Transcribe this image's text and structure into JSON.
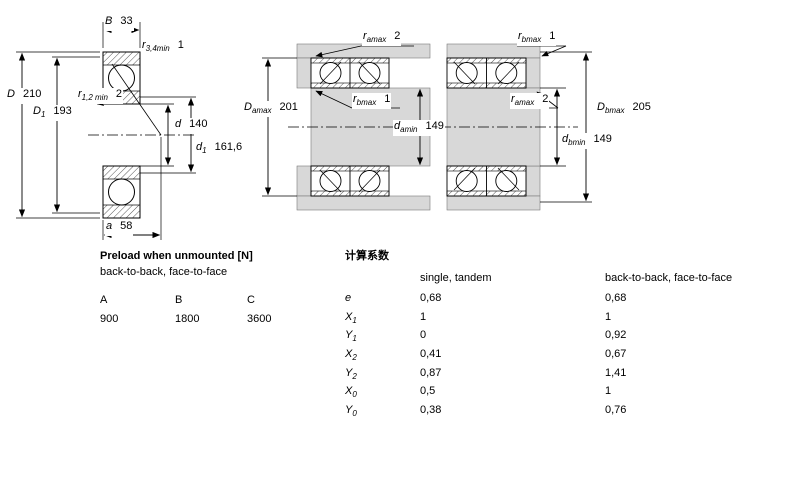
{
  "fig_single": {
    "B": {
      "sym": "B",
      "sub": "",
      "val": "33"
    },
    "r34": {
      "sym": "r",
      "sub": "3,4min",
      "val": "1"
    },
    "D": {
      "sym": "D",
      "sub": "",
      "val": "210"
    },
    "D1": {
      "sym": "D",
      "sub": "1",
      "val": "193"
    },
    "r12": {
      "sym": "r",
      "sub": "1,2 min",
      "val": "2"
    },
    "d": {
      "sym": "d",
      "sub": "",
      "val": "140"
    },
    "d1": {
      "sym": "d",
      "sub": "1",
      "val": "161,6"
    },
    "a": {
      "sym": "a",
      "sub": "",
      "val": "58"
    }
  },
  "fig_back": {
    "ramax": {
      "sym": "r",
      "sub": "amax",
      "val": "2"
    },
    "Damax": {
      "sym": "D",
      "sub": "amax",
      "val": "201"
    },
    "rbmax": {
      "sym": "r",
      "sub": "bmax",
      "val": "1"
    },
    "damin": {
      "sym": "d",
      "sub": "amin",
      "val": "149"
    }
  },
  "fig_face": {
    "rbmax": {
      "sym": "r",
      "sub": "bmax",
      "val": "1"
    },
    "ramax": {
      "sym": "r",
      "sub": "amax",
      "val": "2"
    },
    "Dbmax": {
      "sym": "D",
      "sub": "bmax",
      "val": "205"
    },
    "dbmin": {
      "sym": "d",
      "sub": "bmin",
      "val": "149"
    }
  },
  "preload": {
    "title": "Preload when unmounted [N]",
    "subtitle": "back-to-back, face-to-face",
    "headers": [
      "A",
      "B",
      "C"
    ],
    "values": [
      "900",
      "1800",
      "3600"
    ]
  },
  "factors": {
    "title": "计算系数",
    "col1": "single, tandem",
    "col2": "back-to-back, face-to-face",
    "rows": [
      {
        "sym": "e",
        "sub": "",
        "v1": "0,68",
        "v2": "0,68"
      },
      {
        "sym": "X",
        "sub": "1",
        "v1": "1",
        "v2": "1"
      },
      {
        "sym": "Y",
        "sub": "1",
        "v1": "0",
        "v2": "0,92"
      },
      {
        "sym": "X",
        "sub": "2",
        "v1": "0,41",
        "v2": "0,67"
      },
      {
        "sym": "Y",
        "sub": "2",
        "v1": "0,87",
        "v2": "1,41"
      },
      {
        "sym": "X",
        "sub": "0",
        "v1": "0,5",
        "v2": "1"
      },
      {
        "sym": "Y",
        "sub": "0",
        "v1": "0,38",
        "v2": "0,76"
      }
    ]
  }
}
